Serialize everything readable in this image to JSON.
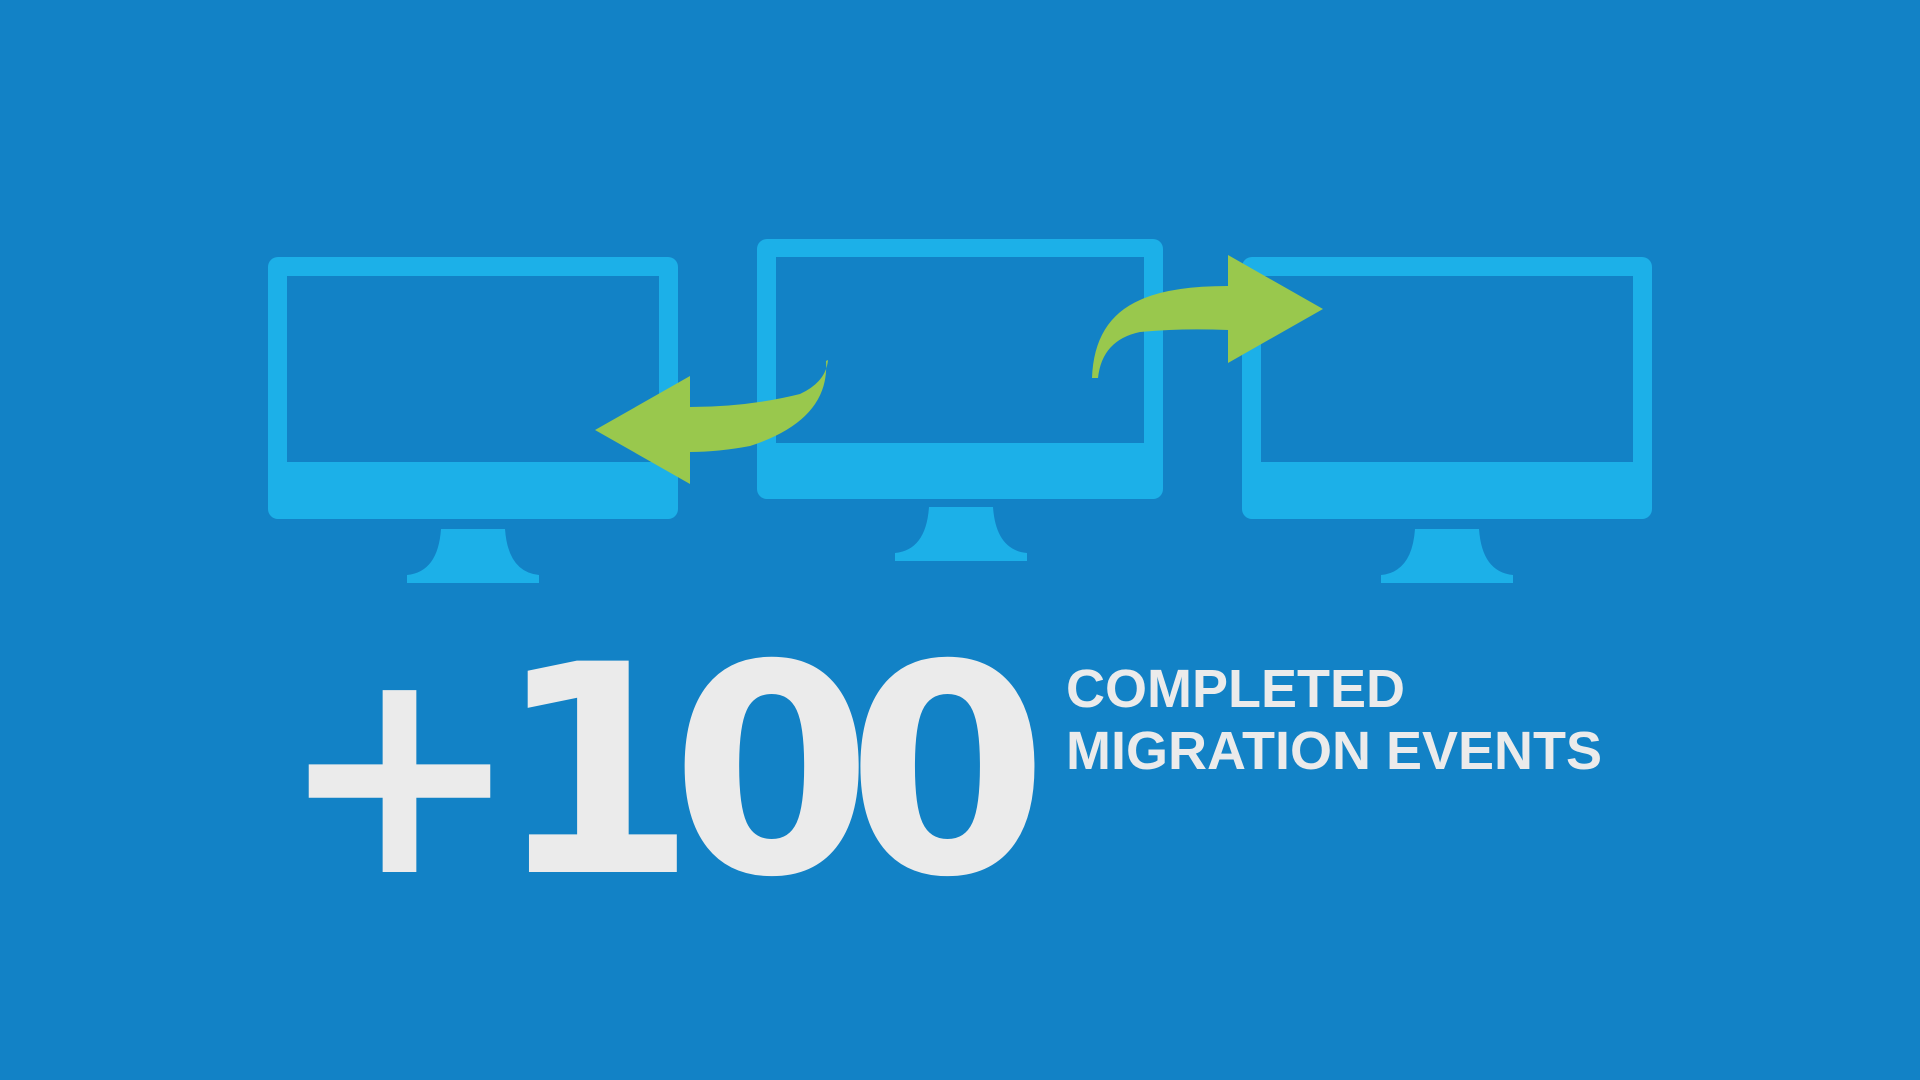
{
  "colors": {
    "background": "#1282c6",
    "monitor": "#1cb0e8",
    "arrow": "#99c84d",
    "text": "#ebebeb"
  },
  "icons": {
    "monitors": [
      "monitor-icon",
      "monitor-icon",
      "monitor-icon"
    ],
    "arrows": [
      "curved-arrow-left-icon",
      "curved-arrow-right-icon"
    ]
  },
  "stat": {
    "value": "+100",
    "caption_line1": "COMPLETED",
    "caption_line2": "MIGRATION EVENTS"
  }
}
